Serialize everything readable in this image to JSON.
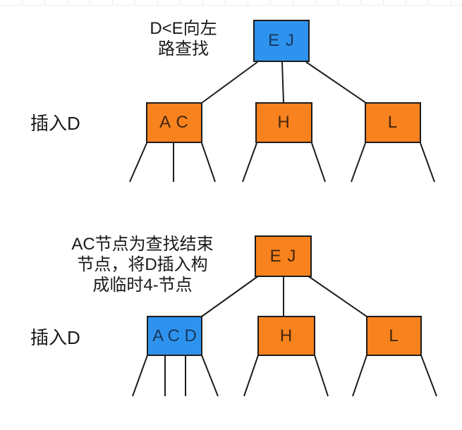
{
  "colors": {
    "node_blue_fill": "#2e93ee",
    "node_blue_text": "#16375f",
    "node_orange_fill": "#f8821d",
    "node_orange_text": "#42260e",
    "edge_line": "#1d1d1d",
    "grid_line": "#ececec",
    "background": "#ffffff"
  },
  "step1": {
    "annotation_lines": [
      "D<E向左",
      "路查找"
    ],
    "insert_label": "插入D",
    "root": {
      "label": "E J"
    },
    "children": [
      {
        "label": "A C"
      },
      {
        "label": "H"
      },
      {
        "label": "L"
      }
    ]
  },
  "step2": {
    "annotation_lines": [
      "AC节点为查找结束",
      "节点，将D插入构",
      "成临时4-节点"
    ],
    "insert_label": "插入D",
    "root": {
      "label": "E J"
    },
    "children": [
      {
        "label": "A C D"
      },
      {
        "label": "H"
      },
      {
        "label": "L"
      }
    ]
  }
}
